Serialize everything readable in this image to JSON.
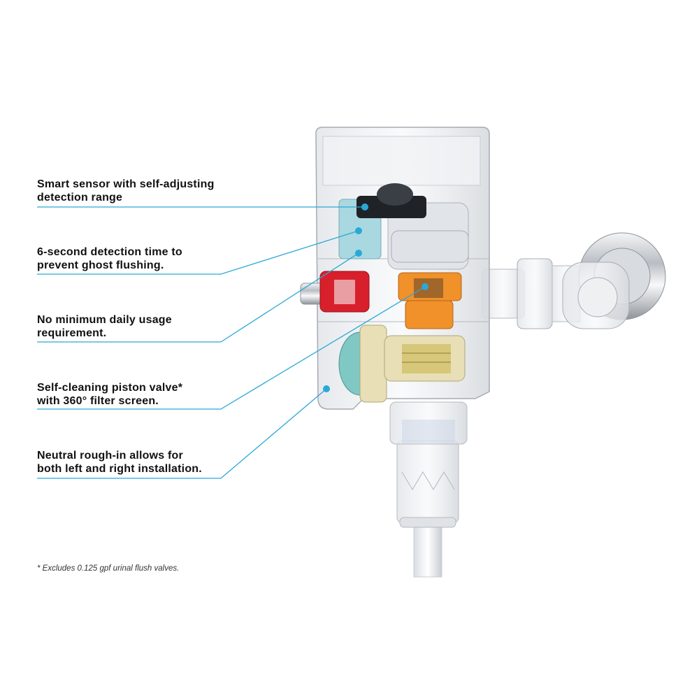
{
  "callouts": [
    {
      "line1": "Smart sensor with self-adjusting",
      "line2": "detection range"
    },
    {
      "line1": "6-second detection time to",
      "line2": "prevent ghost flushing."
    },
    {
      "line1": "No minimum daily usage",
      "line2": "requirement."
    },
    {
      "line1": "Self-cleaning piston valve*",
      "line2": "with 360° filter screen."
    },
    {
      "line1": "Neutral rough-in allows for",
      "line2": "both left and right installation."
    }
  ],
  "footnote": "* Excludes 0.125 gpf urinal flush valves.",
  "colors": {
    "leader_line": "#2aa9d6",
    "text": "#111111",
    "red_part": "#d8202c",
    "orange_part": "#f0912a",
    "teal_part": "#7fc8c4",
    "cream_part": "#e8dfb6",
    "body_transparent": "#e9ebee"
  }
}
